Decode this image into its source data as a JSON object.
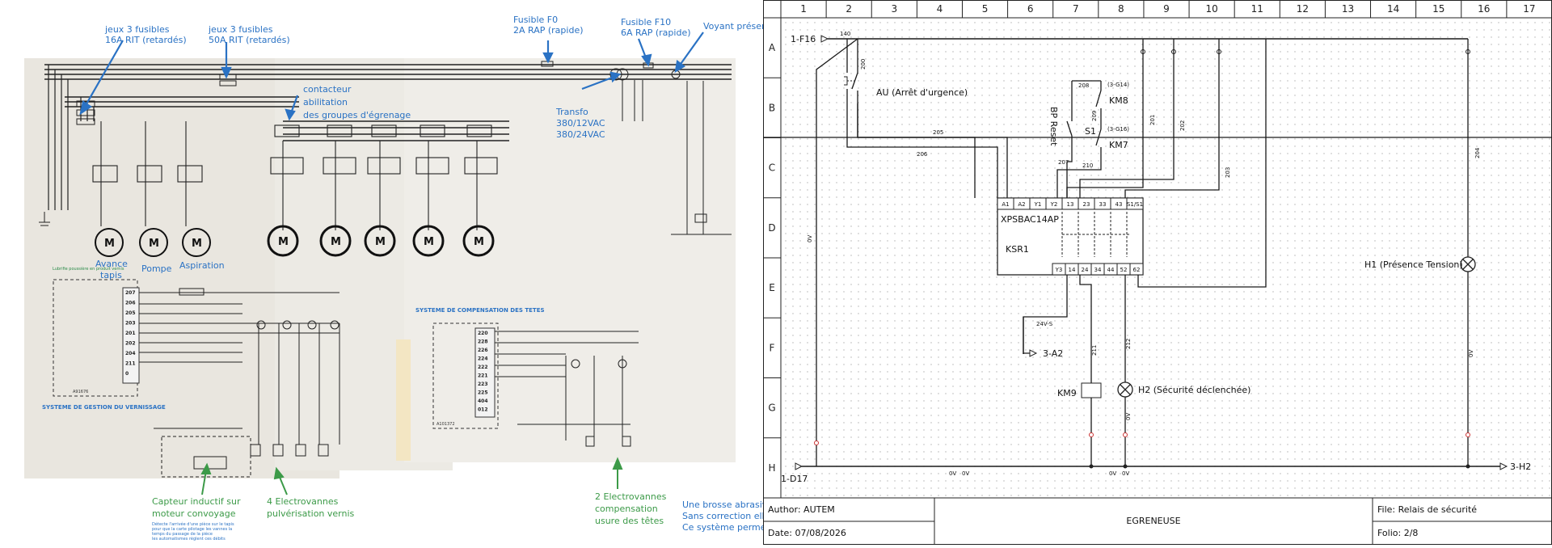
{
  "left_panel": {
    "annotations": {
      "fuses_16a": [
        "jeux 3 fusibles",
        "16A RIT (retardés)"
      ],
      "fuses_50a": [
        "jeux 3 fusibles",
        "50A RIT (retardés)"
      ],
      "fuse_f0": [
        "Fusible F0",
        "2A RAP (rapide)"
      ],
      "fuse_f10": [
        "Fusible F10",
        "6A RAP (rapide)"
      ],
      "voyant": "Voyant présen",
      "contactor": [
        "contacteur",
        "abilitation",
        "des groupes d'égrenage"
      ],
      "transfo": [
        "Transfo",
        "380/12VAC",
        "380/24VAC"
      ],
      "motor_tapis": [
        "Avance",
        "tapis"
      ],
      "motor_pompe": "Pompe",
      "motor_aspiration": "Aspiration",
      "varnish_system": "SYSTEME DE GESTION DU VERNISSAGE",
      "head_comp_system": "SYSTEME DE COMPENSATION DES TETES",
      "sensor": [
        "Capteur inductif sur",
        "moteur convoyage"
      ],
      "sensor_note": [
        "Détecte l'arrivée d'une pièce sur le tapis",
        "pour que la carte pilotage les vannes la",
        "temps du passage de la pièce",
        "les automatismes règlent ces débits"
      ],
      "electrovalves_vernis": [
        "4 Electrovannes",
        "pulvérisation vernis"
      ],
      "electrovalves_comp": [
        "2 Electrovannes",
        "compensation",
        "usure des têtes"
      ],
      "brush": [
        "Une brosse abrasive",
        "Sans correction elle",
        "Ce système permet d"
      ],
      "module_a91676": "A91676",
      "module_a101372": "A101372",
      "varnish_terminals": [
        "207",
        "206",
        "205",
        "203",
        "201",
        "202",
        "204",
        "211",
        "0"
      ],
      "head_terminals": [
        "220",
        "228",
        "226",
        "224",
        "222",
        "221",
        "223",
        "225",
        "404",
        "012"
      ]
    }
  },
  "right_panel": {
    "columns": [
      "1",
      "2",
      "3",
      "4",
      "5",
      "6",
      "7",
      "8",
      "9",
      "10",
      "11",
      "12",
      "13",
      "14",
      "15",
      "16",
      "17"
    ],
    "rows": [
      "A",
      "B",
      "C",
      "D",
      "E",
      "F",
      "G",
      "H"
    ],
    "refs": {
      "in_top": "1-F16",
      "in_bottom": "1-D17",
      "out_right": "3-H2",
      "out_a2": "3-A2"
    },
    "components": {
      "au": "AU (Arrêt d'urgence)",
      "bp_reset": "BP Reset",
      "s1": "S1",
      "km8": "KM8",
      "km7": "KM7",
      "km8_ref": "(3-G14)",
      "km7_ref": "(3-G16)",
      "relay_model": "XPSBAC14AP",
      "relay_name": "KSR1",
      "h1": "H1 (Présence Tension)",
      "h2": "H2 (Sécurité déclenchée)",
      "km9": "KM9",
      "relay_top_terms": [
        "A1",
        "A2",
        "Y1",
        "Y2",
        "13",
        "23",
        "33",
        "43",
        "S1/S1"
      ],
      "relay_bottom_terms": [
        "Y3",
        "14",
        "24",
        "34",
        "44",
        "52",
        "62"
      ]
    },
    "wire_labels": {
      "w140": "140",
      "w200": "200",
      "w205": "205",
      "w206": "206",
      "w207": "207",
      "w208": "208",
      "w209": "209",
      "w210": "210",
      "w201": "201",
      "w202": "202",
      "w203": "203",
      "w204": "204",
      "w211": "211",
      "w212": "212",
      "w24vs": "24V-S",
      "w0v": "0V"
    },
    "title_block": {
      "author": "Author: AUTEM",
      "date": "Date: 07/08/2026",
      "title": "EGRENEUSE",
      "file": "File: Relais de sécurité",
      "folio": "Folio: 2/8"
    }
  }
}
